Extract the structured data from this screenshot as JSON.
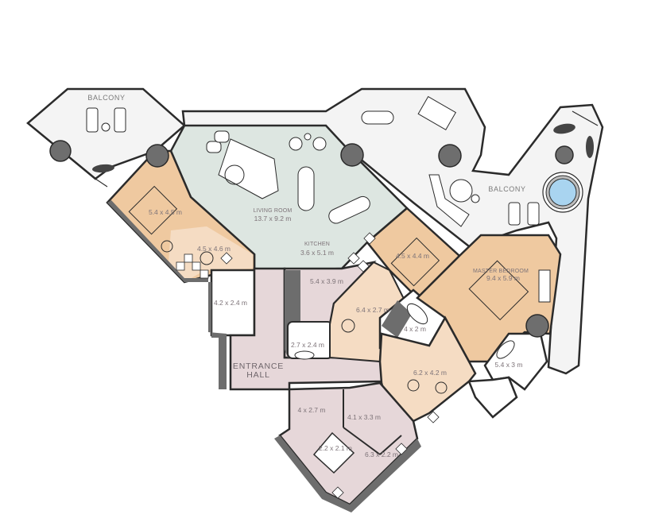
{
  "plan": {
    "type": "apartment-floor-plan",
    "colors": {
      "wall": "#2b2b2b",
      "wall_fill": "#6d6d6d",
      "balcony": "#f4f4f4",
      "living": "#dde6e1",
      "bedroom": "#efc9a0",
      "bedroom_light": "#f5dcc3",
      "service": "#e6d7d9",
      "pool": "#a9d4f0",
      "column": "#6e6e6e",
      "white": "#ffffff"
    }
  },
  "rooms": {
    "balcony_west": {
      "name": "BALCONY"
    },
    "balcony_east": {
      "name": "BALCONY"
    },
    "bedroom_west": {
      "size": "5.4 x 4.5 m"
    },
    "bedroom_west_dressing": {
      "size": "4.5 x 4.6 m"
    },
    "bath_west": {
      "size": "4.2 x 2.4 m"
    },
    "living_room": {
      "name": "LIVING ROOM",
      "size": "13.7 x 9.2 m"
    },
    "kitchen": {
      "name": "KITCHEN",
      "size": "3.6 x 5.1 m"
    },
    "pantry": {
      "size": "5.4 x 3.9 m"
    },
    "guest_wc": {
      "size": "2.7 x 2.4 m"
    },
    "entrance_hall": {
      "name_line1": "ENTRANCE",
      "name_line2": "HALL"
    },
    "bedroom_center": {
      "size": "4.5 x 4.4 m"
    },
    "corridor_center": {
      "size": "6.4 x 2.7 m"
    },
    "bath_center": {
      "size": "4 x 2 m"
    },
    "master_bedroom": {
      "name": "MASTER BEDROOM",
      "size": "9.4 x 5.9 m"
    },
    "master_bath": {
      "size": "5.4 x 3 m"
    },
    "master_dressing": {
      "size": "6.2 x 4.2 m"
    },
    "staff_room": {
      "size": "4 x 2.7 m"
    },
    "staff_room_2": {
      "size": "4.1 x 3.3 m"
    },
    "staff_wc": {
      "size": "2.2 x 2.1 m"
    },
    "laundry": {
      "size": "6.3 x 2.2 m"
    }
  }
}
